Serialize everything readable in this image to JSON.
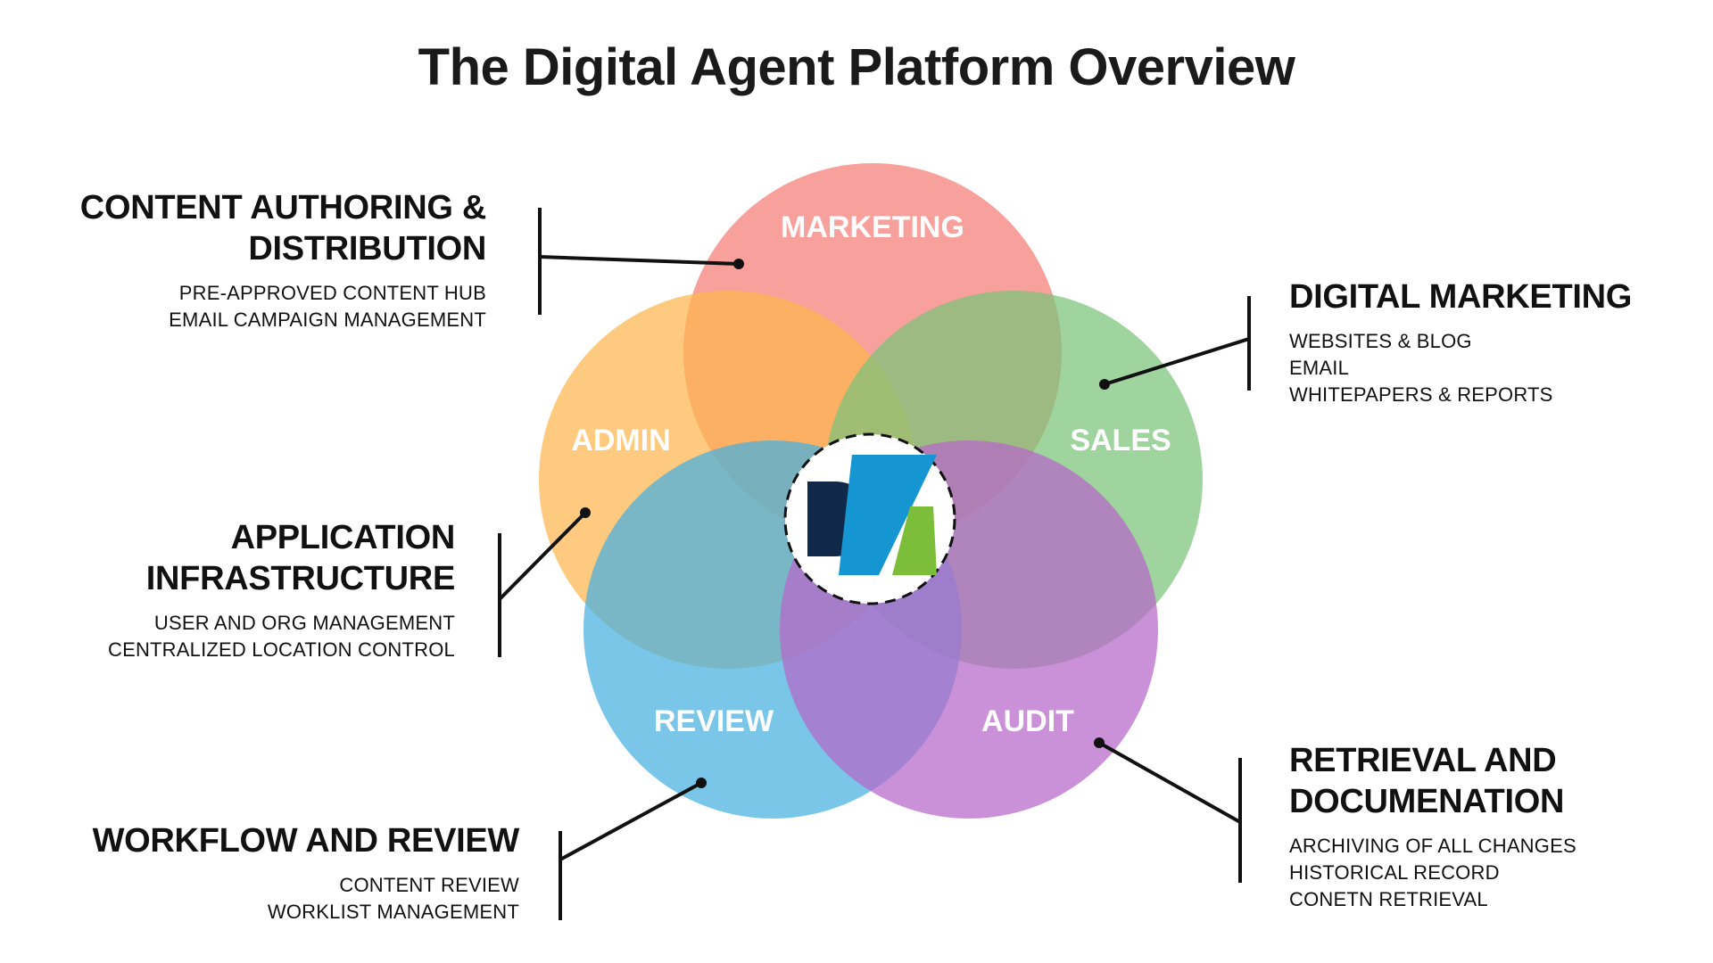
{
  "title": "The Digital Agent Platform Overview",
  "colors": {
    "marketing": "#f47c76",
    "admin": "#fdb54f",
    "sales": "#7cc47a",
    "review": "#46b0e0",
    "audit": "#b566c9",
    "logo_navy": "#10294a",
    "logo_blue": "#1596d2",
    "logo_green": "#7cbe3a"
  },
  "circles": {
    "marketing": "MARKETING",
    "admin": "ADMIN",
    "sales": "SALES",
    "review": "REVIEW",
    "audit": "AUDIT"
  },
  "callouts": {
    "content_authoring": {
      "heading_line1": "CONTENT AUTHORING &",
      "heading_line2": "DISTRIBUTION",
      "items": [
        "PRE-APPROVED CONTENT HUB",
        "EMAIL CAMPAIGN MANAGEMENT"
      ]
    },
    "digital_marketing": {
      "heading_line1": "DIGITAL MARKETING",
      "items": [
        "WEBSITES & BLOG",
        "EMAIL",
        "WHITEPAPERS & REPORTS"
      ]
    },
    "application_infrastructure": {
      "heading_line1": "APPLICATION",
      "heading_line2": "INFRASTRUCTURE",
      "items": [
        "USER AND ORG MANAGEMENT",
        "CENTRALIZED LOCATION CONTROL"
      ]
    },
    "retrieval": {
      "heading_line1": "RETRIEVAL AND",
      "heading_line2": "DOCUMENATION",
      "items": [
        "ARCHIVING OF ALL CHANGES",
        "HISTORICAL RECORD",
        "CONETN RETRIEVAL"
      ]
    },
    "workflow": {
      "heading_line1": "WORKFLOW AND REVIEW",
      "items": [
        "CONTENT REVIEW",
        "WORKLIST MANAGEMENT"
      ]
    }
  }
}
